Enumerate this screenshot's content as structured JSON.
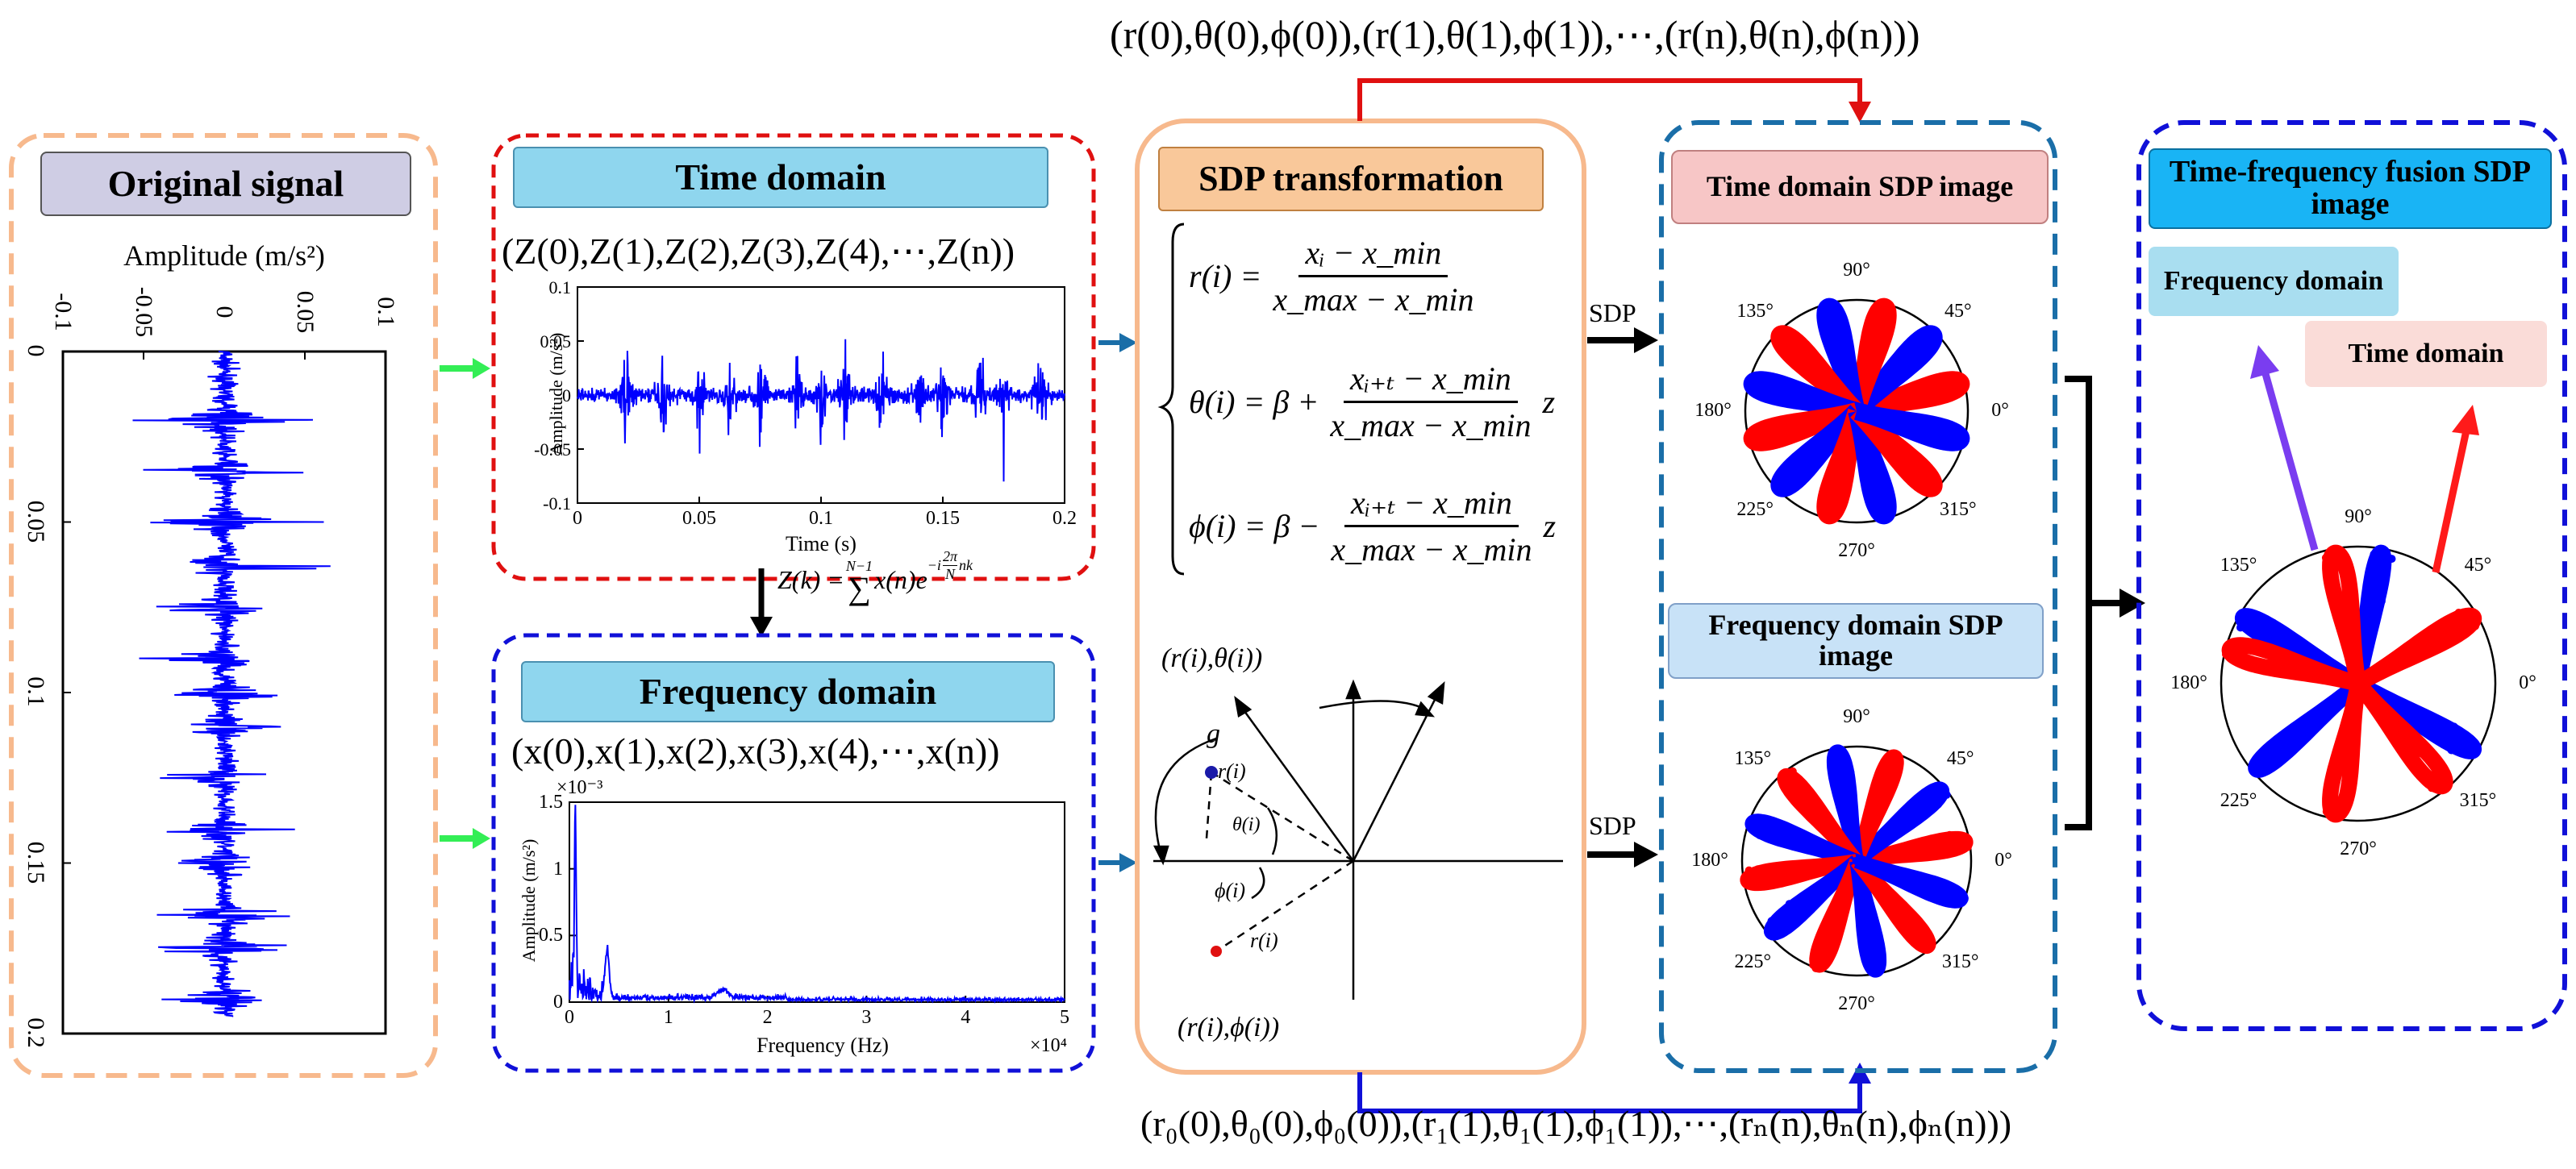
{
  "colors": {
    "peach": "#f7b98d",
    "red": "#e01010",
    "blue": "#1010d8",
    "teal": "#1a6ea8",
    "signal": "#0000ff",
    "spoke_red": "#ff0000",
    "green_arrow": "#33ee55",
    "purple_arrow": "#7a3df0",
    "box_lavender": "#cfcde4",
    "box_cyan": "#8fd6ee",
    "box_orange": "#f9c89a",
    "box_pink": "#f7c6c6",
    "box_lightblue": "#c8e2f7",
    "box_brightblue": "#19b4f5",
    "box_pale_pink": "#fadcd8",
    "box_pale_cyan": "#a9def0"
  },
  "top_sequence": "(r(0),θ(0),ϕ(0)),(r(1),θ(1),ϕ(1)),⋯,(r(n),θ(n),ϕ(n)))",
  "bottom_sequence": "(r₀(0),θ₀(0),ϕ₀(0)),(r₁(1),θ₁(1),ϕ₁(1)),⋯,(rₙ(n),θₙ(n),ϕₙ(n)))",
  "original": {
    "title": "Original signal",
    "axis_label": "Amplitude (m/s²)",
    "amp_ticks": [
      "-0.1",
      "-0.05",
      "0",
      "0.05",
      "0.1"
    ],
    "time_ticks": [
      "0",
      "0.05",
      "0.1",
      "0.15",
      "0.2"
    ]
  },
  "time_domain": {
    "title": "Time domain",
    "sequence": "(Z(0),Z(1),Z(2),Z(3),Z(4),⋯,Z(n))",
    "ylabel": "Amplitude (m/s²)",
    "xlabel": "Time (s)",
    "yticks": [
      "0.1",
      "0.05",
      "0",
      "-0.05",
      "-0.1"
    ],
    "xticks": [
      "0",
      "0.05",
      "0.1",
      "0.15",
      "0.2"
    ]
  },
  "fft_formula": "Z(k) = Σ x(n)e^(−i2πnk/N)",
  "fft_parts": {
    "lhs": "Z(k) =",
    "sum_top": "N−1",
    "body": "x(n)e",
    "exp": "−i",
    "exp_num": "2π",
    "exp_den": "N",
    "exp_tail": "nk"
  },
  "frequency_domain": {
    "title": "Frequency domain",
    "sequence": "(x(0),x(1),x(2),x(3),x(4),⋯,x(n))",
    "ylabel": "Amplitude (m/s²)",
    "xlabel": "Frequency (Hz)",
    "yticks": [
      "1.5",
      "1",
      "0.5",
      "0"
    ],
    "xticks": [
      "0",
      "1",
      "2",
      "3",
      "4",
      "5"
    ],
    "y_multiplier": "×10⁻³",
    "x_multiplier": "×10⁴"
  },
  "sdp": {
    "title": "SDP transformation",
    "eq1_lhs": "r(i) =",
    "eq2_lhs": "θ(i) = β +",
    "eq3_lhs": "ϕ(i) = β −",
    "frac1_num": "xᵢ − x_min",
    "frac1_den": "x_max − x_min",
    "frac23_num": "xᵢ₊ₜ − x_min",
    "frac23_den": "x_max − x_min",
    "tail": "z",
    "label_rtheta": "(r(i),θ(i))",
    "label_rphi": "(r(i),ϕ(i))",
    "label_g": "g",
    "label_r": "r(i)",
    "label_theta": "θ(i)",
    "label_phi": "ϕ(i)"
  },
  "sdp_label_1": "SDP",
  "sdp_label_2": "SDP",
  "time_sdp_title": "Time domain SDP image",
  "freq_sdp_title": "Frequency domain SDP image",
  "polar_angles": [
    "90°",
    "45°",
    "0°",
    "315°",
    "270°",
    "225°",
    "180°",
    "135°"
  ],
  "fusion": {
    "title": "Time-frequency fusion SDP image",
    "freq_label": "Frequency domain",
    "time_label": "Time domain"
  }
}
